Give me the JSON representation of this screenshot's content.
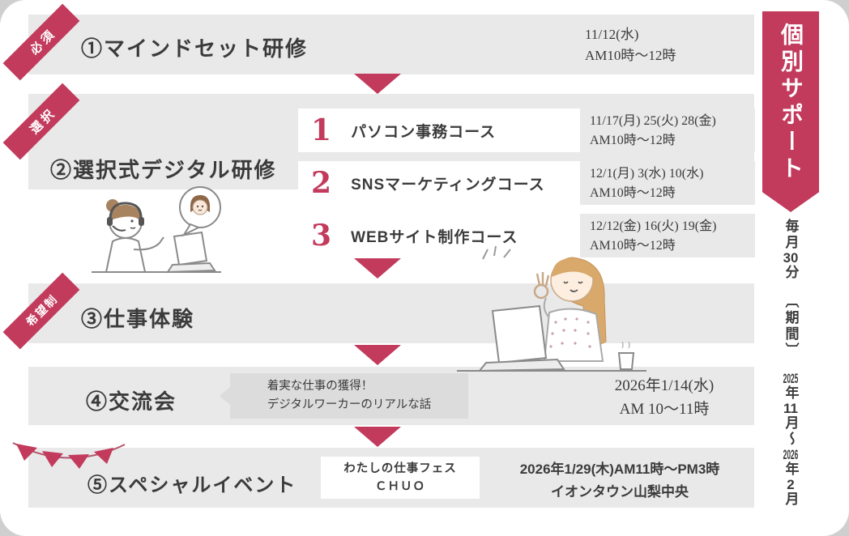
{
  "colors": {
    "accent": "#c23a5c",
    "band": "#e9e9e9",
    "bubble": "#dcdcdc",
    "text": "#3b3b3b"
  },
  "steps": {
    "step1": {
      "tag": "必須",
      "title": "①マインドセット研修",
      "date": "11/12(水)\nAM10時〜12時"
    },
    "step2": {
      "tag": "選択",
      "title": "②選択式デジタル研修",
      "courses": [
        {
          "num": "1",
          "name": "パソコン事務コース",
          "schedule": "11/17(月) 25(火) 28(金)\nAM10時〜12時"
        },
        {
          "num": "2",
          "name": "SNSマーケティングコース",
          "schedule": "12/1(月) 3(水) 10(水)\nAM10時〜12時"
        },
        {
          "num": "3",
          "name": "WEBサイト制作コース",
          "schedule": "12/12(金) 16(火) 19(金)\nAM10時〜12時"
        }
      ]
    },
    "step3": {
      "tag": "希望制",
      "title": "③仕事体験"
    },
    "step4": {
      "title": "④交流会",
      "bubble": "着実な仕事の獲得！\nデジタルワーカーのリアルな話",
      "date": "2026年1/14(水)\nAM 10〜11時"
    },
    "step5": {
      "title": "⑤スペシャルイベント",
      "badge": "わたしの仕事フェス\nＣＨＵＯ",
      "date": "2026年1/29(木)AM11時〜PM3時\nイオンタウン山梨中央"
    }
  },
  "sidebar": {
    "banner": "個別サポート",
    "frequency_segments": [
      {
        "t": "毎月"
      },
      {
        "t": "30",
        "c": true
      },
      {
        "t": "分"
      }
    ],
    "period_label": "〔期間〕",
    "period_segments": [
      {
        "t": "2025",
        "c": true
      },
      {
        "t": "年"
      },
      {
        "t": "11",
        "c": true
      },
      {
        "t": "月"
      },
      {
        "t": "〜"
      },
      {
        "t": "2026",
        "c": true
      },
      {
        "t": "年"
      },
      {
        "t": "2",
        "c": true
      },
      {
        "t": "月"
      }
    ]
  },
  "illustrations": {
    "operator": "person-with-headset-at-laptop",
    "ok_woman": "woman-making-ok-sign-at-laptop",
    "bunting": "party-flags"
  }
}
